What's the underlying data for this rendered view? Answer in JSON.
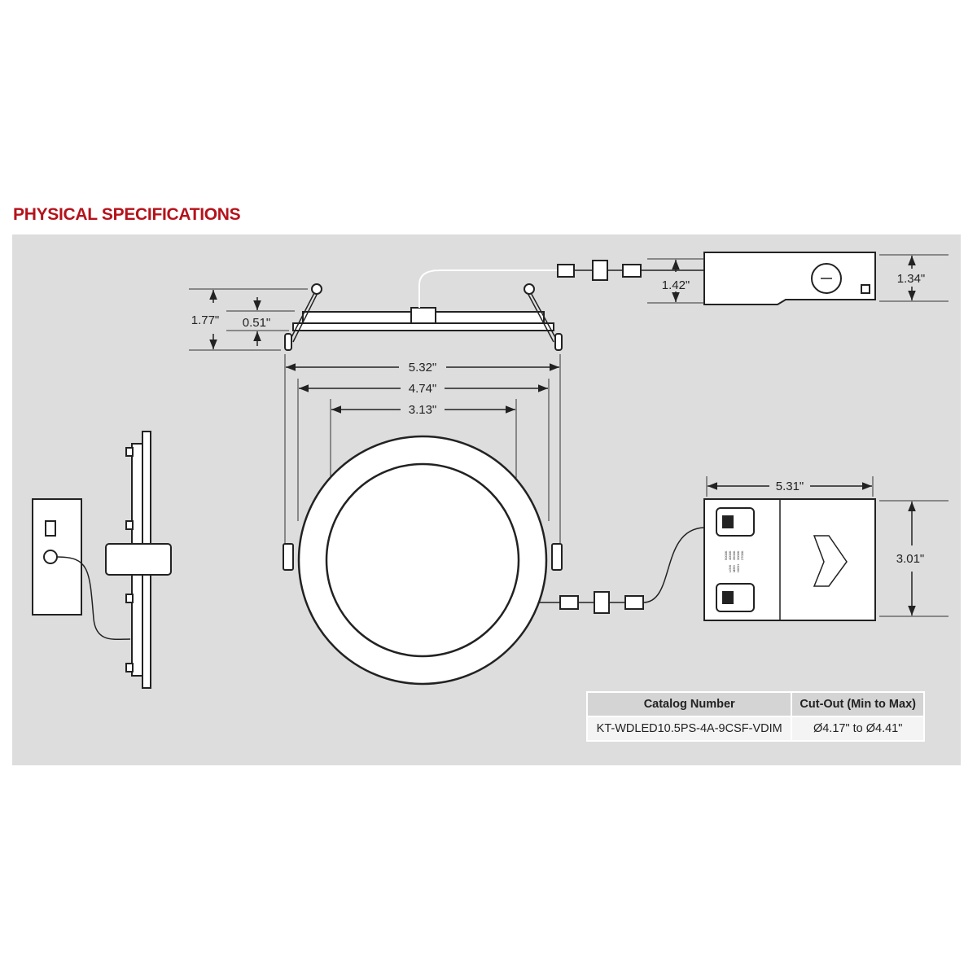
{
  "title": "PHYSICAL SPECIFICATIONS",
  "colors": {
    "title": "#b5121b",
    "panel": "#dddddd",
    "lines": "#222222"
  },
  "dimensions": {
    "fixture_height": "1.77\"",
    "plate_height": "0.51\"",
    "connector_height": "1.42\"",
    "driver_height": "1.34\"",
    "overall_diameter": "5.32\"",
    "spring_span": "4.74\"",
    "aperture": "3.13\"",
    "driver_length": "5.31\"",
    "driver_width": "3.01\""
  },
  "switch_labels": {
    "cct": [
      "5000K",
      "4000K",
      "3500K",
      "3000K",
      "2700K"
    ],
    "power": [
      "LOW",
      "MED",
      "HIGH"
    ]
  },
  "table": {
    "headers": [
      "Catalog Number",
      "Cut-Out (Min to Max)"
    ],
    "rows": [
      [
        "KT-WDLED10.5PS-4A-9CSF-VDIM",
        "Ø4.17\" to Ø4.41\""
      ]
    ]
  }
}
